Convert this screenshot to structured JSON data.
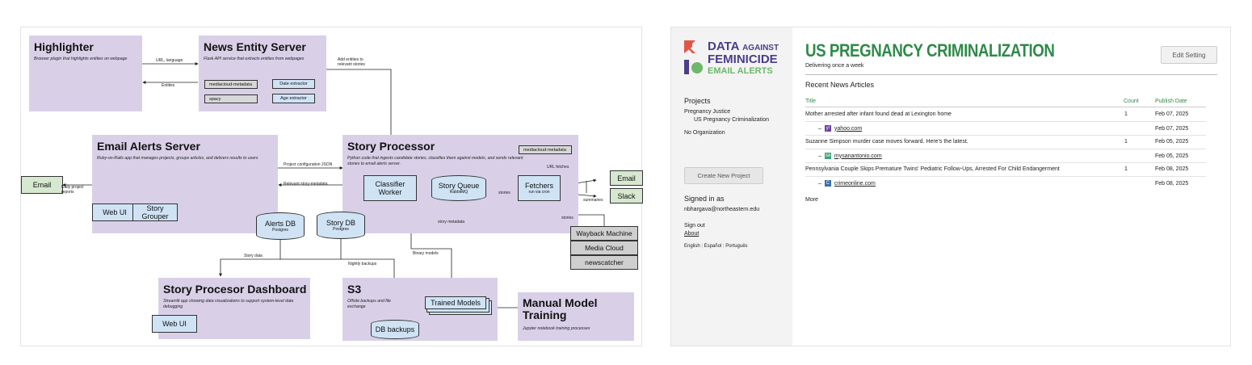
{
  "diagram": {
    "highlighter": {
      "title": "Highlighter",
      "desc": "Browser plugin that highlights entities on webpage"
    },
    "news_entity_server": {
      "title": "News Entity Server",
      "desc": "Flask API service that extracts entities from webpages",
      "tags": [
        "mediacloud-metadata",
        "spacy"
      ],
      "subs": [
        "Date extractor",
        "Age extractor"
      ]
    },
    "email_alerts_server": {
      "title": "Email Alerts Server",
      "desc": "Ruby-on-Rails app that manages projects, groups articles, and delivers results to users",
      "subs": [
        "Web UI",
        "Story Grouper"
      ]
    },
    "story_processor": {
      "title": "Story Processor",
      "desc": "Python code that ingests candidate stories, classifies them against models, and sends relevant stories to email alerts server.",
      "tag": "mediacloud-metadata",
      "classifier": "Classifier Worker",
      "queue": "Story Queue",
      "queue_sub": "RabbitMQ",
      "fetchers": "Fetchers",
      "fetchers_sub": "run via cron"
    },
    "alerts_db": {
      "name": "Alerts DB",
      "sub": "Postgres"
    },
    "story_db": {
      "name": "Story DB",
      "sub": "Postgres"
    },
    "dashboard": {
      "title": "Story Procesor Dashboard",
      "desc": "Streamlit app showing data visualizations to support system-level data debugging",
      "sub": "Web UI"
    },
    "s3": {
      "title": "S3",
      "desc": "Offsite backups and file exchange",
      "db_backups": "DB backups",
      "trained_models": "Trained Models"
    },
    "manual": {
      "title": "Manual Model Training",
      "desc": "Jupyter notebook training processes"
    },
    "email_left": "Email",
    "email_right": "Email",
    "slack": "Slack",
    "sources": [
      "Wayback Machine",
      "Media Cloud",
      "newscatcher"
    ],
    "labels": {
      "url_language": "URL, language",
      "entities": "Entities",
      "add_entities": "Add entities to relevant stories",
      "project_config": "Project configuration JSON",
      "relevant_meta": "Relevant story-metadata",
      "daily_reports": "Daily project reports",
      "url_fetches": "URL fetches",
      "stories1": "stories",
      "summaries": "summaries",
      "stories2": "stories",
      "story_metadata": "story metadata",
      "story_data": "Story data",
      "nightly": "Nightly backups",
      "binary": "Binary models"
    }
  },
  "app": {
    "logo": {
      "line1": "DATA",
      "line1b": "AGAINST",
      "line2": "FEMINICIDE",
      "line3": "EMAIL ALERTS",
      "colors": [
        "#e2544a",
        "#4a3d8a",
        "#6db86b"
      ]
    },
    "sidebar": {
      "projects_heading": "Projects",
      "org": "Pregnancy Justice",
      "project": "US Pregnancy Criminalization",
      "no_org": "No Organization",
      "create_button": "Create New Project",
      "signed_in_heading": "Signed in as",
      "email": "nbhargava@northeastern.edu",
      "sign_out": "Sign out",
      "about": "About",
      "languages": [
        "English",
        "Español",
        "Português"
      ]
    },
    "title": "US PREGNANCY CRIMINALIZATION",
    "subtitle": "Delivering once a week",
    "edit_button": "Edit Setting",
    "recent_heading": "Recent News Articles",
    "columns": [
      "Title",
      "Count",
      "Publish Date"
    ],
    "articles": [
      {
        "title": "Mother arrested after infant found dead at Lexington home",
        "count": "1",
        "date": "Feb 07, 2025",
        "source": "yahoo.com",
        "source_date": "Feb 07, 2025",
        "icon_color": "#6b3fa0",
        "icon_char": "y!"
      },
      {
        "title": "Suzanne Simpson murder case moves forward. Here's the latest.",
        "count": "1",
        "date": "Feb 05, 2025",
        "source": "mysanantonio.com",
        "source_date": "Feb 05, 2025",
        "icon_color": "#3aa37a",
        "icon_char": "SA"
      },
      {
        "title": "Pennsylvania Couple Skips Premature Twins' Pediatric Follow-Ups, Arrested For Child Endangerment",
        "count": "1",
        "date": "Feb 08, 2025",
        "source": "crimeonline.com",
        "source_date": "Feb 08, 2025",
        "icon_color": "#3a6fb0",
        "icon_char": "C"
      }
    ],
    "more": "More"
  }
}
